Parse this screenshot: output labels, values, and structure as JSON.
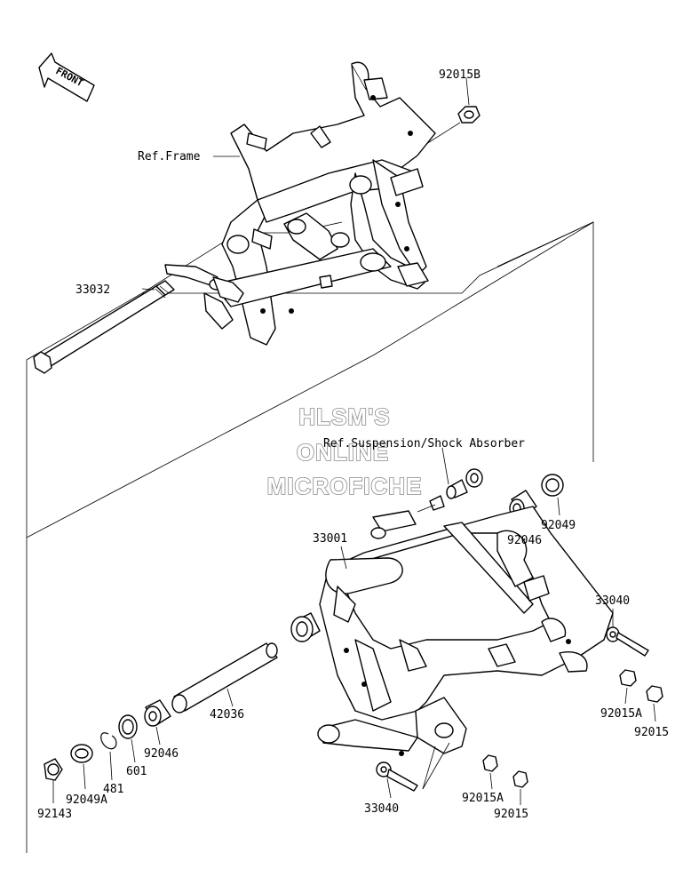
{
  "front_arrow": {
    "text": "FRONT"
  },
  "labels": {
    "p92015B": "92015B",
    "ref_frame": "Ref.Frame",
    "p33032": "33032",
    "ref_suspension": "Ref.Suspension/Shock Absorber",
    "p33001": "33001",
    "p92046_top": "92046",
    "p92049": "92049",
    "p33040_right": "33040",
    "p92015A_right": "92015A",
    "p92015_right": "92015",
    "p42036": "42036",
    "p92046_bottom": "92046",
    "p601": "601",
    "p481": "481",
    "p92049A": "92049A",
    "p92143": "92143",
    "p33040_bottom": "33040",
    "p92015A_bottom": "92015A",
    "p92015_bottom": "92015"
  },
  "watermark": {
    "line1": "HLSM'S",
    "line2": "ONLINE",
    "line3": "MICROFICHE"
  }
}
